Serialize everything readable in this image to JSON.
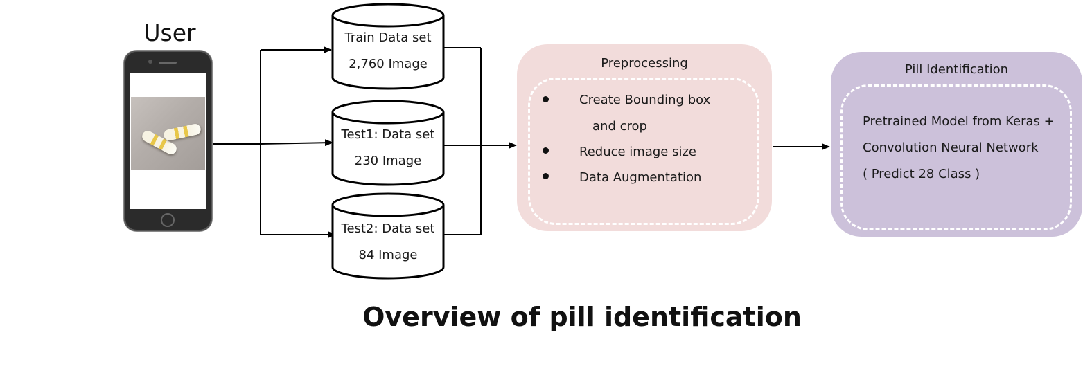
{
  "user": {
    "title": "User"
  },
  "datasets": [
    {
      "name": "Train Data set",
      "count": "2,760 Image"
    },
    {
      "name": "Test1: Data set",
      "count": "230 Image"
    },
    {
      "name": "Test2: Data set",
      "count": "84 Image"
    }
  ],
  "preprocessing": {
    "title": "Preprocessing",
    "steps": [
      "Create Bounding box",
      "and crop",
      "Reduce image size",
      "Data Augmentation"
    ]
  },
  "pill_identification": {
    "title": "Pill Identification",
    "lines": [
      "Pretrained Model from Keras +",
      "Convolution Neural Network",
      "( Predict 28 Class )"
    ]
  },
  "caption": "Overview of pill identification",
  "colors": {
    "preprocessing_fill": "#f2dcdb",
    "identification_fill": "#ccc1da",
    "lines": "#000000"
  },
  "icons": {
    "device": "smartphone-icon",
    "storage": "database-cylinder-icon"
  }
}
